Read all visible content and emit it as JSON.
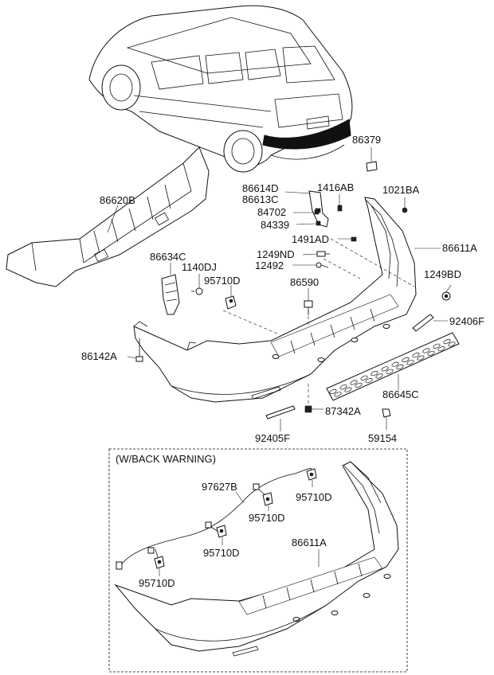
{
  "parts": {
    "p86379": "86379",
    "p86620B": "86620B",
    "p86614D": "86614D",
    "p86613C": "86613C",
    "p1416AB": "1416AB",
    "p1021BA": "1021BA",
    "p84702": "84702",
    "p84339": "84339",
    "p1491AD": "1491AD",
    "p86611A": "86611A",
    "p86634C": "86634C",
    "p1140DJ": "1140DJ",
    "p1249ND": "1249ND",
    "p12492": "12492",
    "p95710D_top": "95710D",
    "p86590": "86590",
    "p1249BD": "1249BD",
    "p92406F": "92406F",
    "p86142A": "86142A",
    "p86645C": "86645C",
    "p87342A": "87342A",
    "p92405F": "92405F",
    "p59154": "59154"
  },
  "inset": {
    "title": "(W/BACK WARNING)",
    "p97627B": "97627B",
    "p95710D_a": "95710D",
    "p95710D_b": "95710D",
    "p95710D_c": "95710D",
    "p95710D_d": "95710D",
    "p86611A": "86611A"
  }
}
